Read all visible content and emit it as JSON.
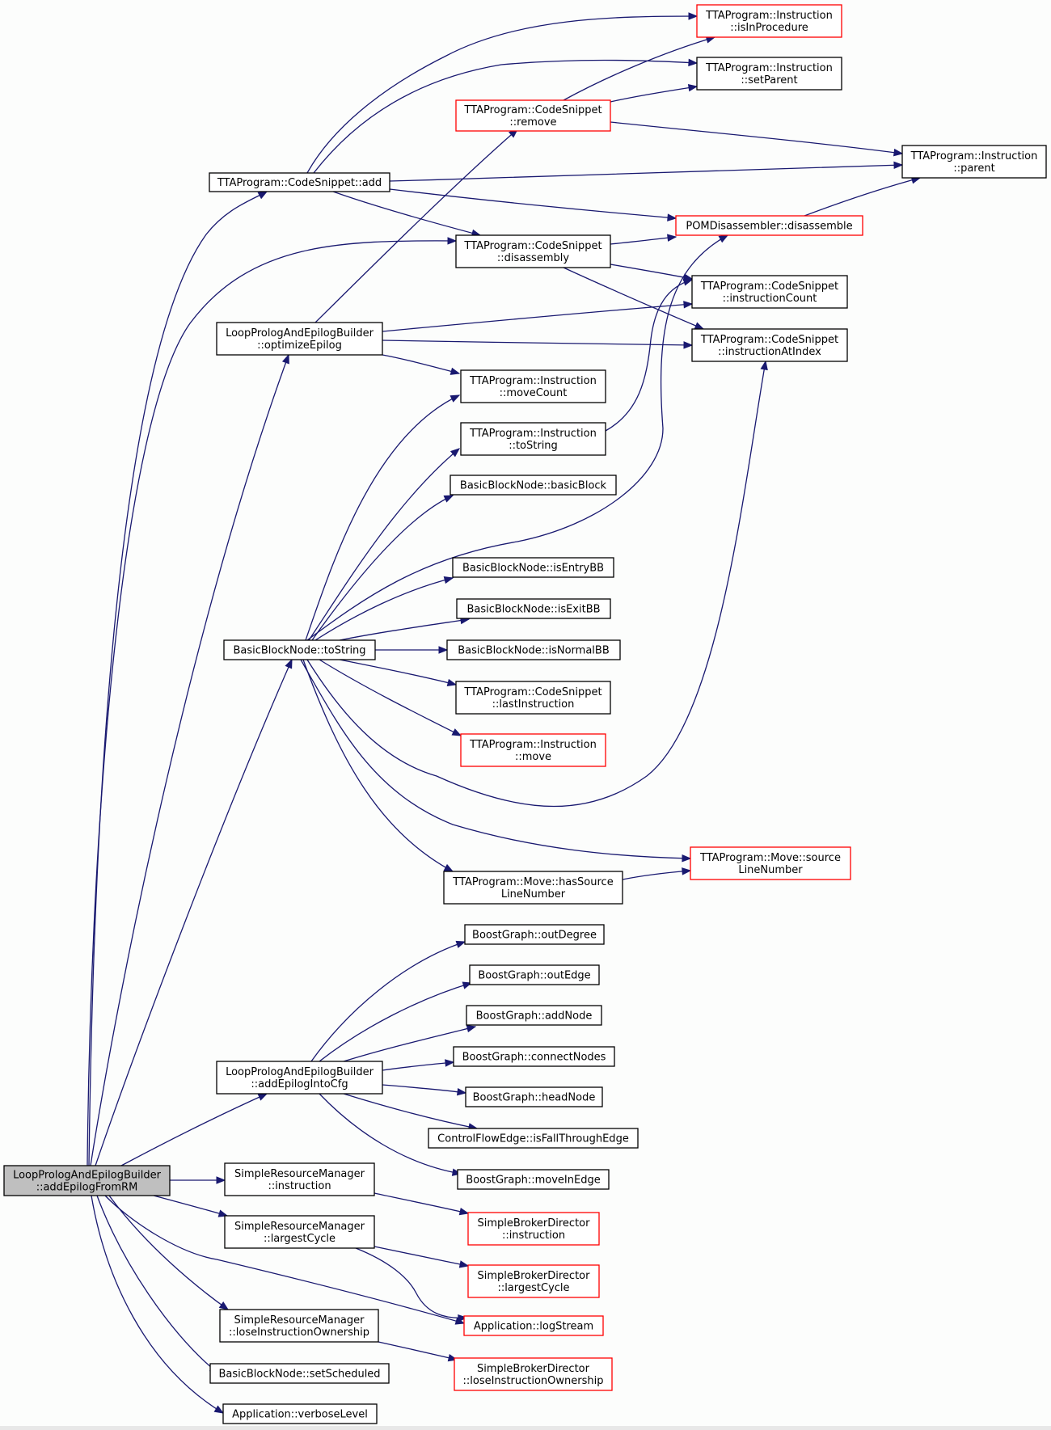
{
  "diagram": {
    "colors": {
      "edge": "#191970",
      "root_fill": "#bfbfbf",
      "node_border": "#000000",
      "truncated_border": "#ff0000",
      "background": "#fcfdfc"
    },
    "nodes": {
      "root": {
        "lines": [
          "LoopPrologAndEpilogBuilder",
          "::addEpilogFromRM"
        ]
      },
      "codesnippet_add": {
        "lines": [
          "TTAProgram::CodeSnippet::add"
        ]
      },
      "optimize_epilog": {
        "lines": [
          "LoopPrologAndEpilogBuilder",
          "::optimizeEpilog"
        ]
      },
      "bbn_tostring": {
        "lines": [
          "BasicBlockNode::toString"
        ]
      },
      "add_epilog_into_cfg": {
        "lines": [
          "LoopPrologAndEpilogBuilder",
          "::addEpilogIntoCfg"
        ]
      },
      "srm_instruction": {
        "lines": [
          "SimpleResourceManager",
          "::instruction"
        ]
      },
      "srm_largest_cycle": {
        "lines": [
          "SimpleResourceManager",
          "::largestCycle"
        ]
      },
      "srm_lose_ownership": {
        "lines": [
          "SimpleResourceManager",
          "::loseInstructionOwnership"
        ]
      },
      "bbn_set_scheduled": {
        "lines": [
          "BasicBlockNode::setScheduled"
        ]
      },
      "app_verbose_level": {
        "lines": [
          "Application::verboseLevel"
        ]
      },
      "instr_is_in_procedure": {
        "lines": [
          "TTAProgram::Instruction",
          "::isInProcedure"
        ]
      },
      "instr_set_parent": {
        "lines": [
          "TTAProgram::Instruction",
          "::setParent"
        ]
      },
      "cs_remove": {
        "lines": [
          "TTAProgram::CodeSnippet",
          "::remove"
        ]
      },
      "instr_parent": {
        "lines": [
          "TTAProgram::Instruction",
          "::parent"
        ]
      },
      "pom_disassemble": {
        "lines": [
          "POMDisassembler::disassemble"
        ]
      },
      "cs_disassembly": {
        "lines": [
          "TTAProgram::CodeSnippet",
          "::disassembly"
        ]
      },
      "cs_instruction_count": {
        "lines": [
          "TTAProgram::CodeSnippet",
          "::instructionCount"
        ]
      },
      "cs_instruction_at_index": {
        "lines": [
          "TTAProgram::CodeSnippet",
          "::instructionAtIndex"
        ]
      },
      "instr_move_count": {
        "lines": [
          "TTAProgram::Instruction",
          "::moveCount"
        ]
      },
      "instr_to_string": {
        "lines": [
          "TTAProgram::Instruction",
          "::toString"
        ]
      },
      "bbn_basic_block": {
        "lines": [
          "BasicBlockNode::basicBlock"
        ]
      },
      "bbn_is_entry": {
        "lines": [
          "BasicBlockNode::isEntryBB"
        ]
      },
      "bbn_is_exit": {
        "lines": [
          "BasicBlockNode::isExitBB"
        ]
      },
      "bbn_is_normal": {
        "lines": [
          "BasicBlockNode::isNormalBB"
        ]
      },
      "cs_last_instruction": {
        "lines": [
          "TTAProgram::CodeSnippet",
          "::lastInstruction"
        ]
      },
      "instr_move": {
        "lines": [
          "TTAProgram::Instruction",
          "::move"
        ]
      },
      "move_source_line": {
        "lines": [
          "TTAProgram::Move::source",
          "LineNumber"
        ]
      },
      "move_has_source_line": {
        "lines": [
          "TTAProgram::Move::hasSource",
          "LineNumber"
        ]
      },
      "bg_out_degree": {
        "lines": [
          "BoostGraph::outDegree"
        ]
      },
      "bg_out_edge": {
        "lines": [
          "BoostGraph::outEdge"
        ]
      },
      "bg_add_node": {
        "lines": [
          "BoostGraph::addNode"
        ]
      },
      "bg_connect_nodes": {
        "lines": [
          "BoostGraph::connectNodes"
        ]
      },
      "bg_head_node": {
        "lines": [
          "BoostGraph::headNode"
        ]
      },
      "cfe_is_fall_through": {
        "lines": [
          "ControlFlowEdge::isFallThroughEdge"
        ]
      },
      "bg_move_in_edge": {
        "lines": [
          "BoostGraph::moveInEdge"
        ]
      },
      "sbd_instruction": {
        "lines": [
          "SimpleBrokerDirector",
          "::instruction"
        ]
      },
      "sbd_largest_cycle": {
        "lines": [
          "SimpleBrokerDirector",
          "::largestCycle"
        ]
      },
      "app_log_stream": {
        "lines": [
          "Application::logStream"
        ]
      },
      "sbd_lose_ownership": {
        "lines": [
          "SimpleBrokerDirector",
          "::loseInstructionOwnership"
        ]
      }
    }
  }
}
